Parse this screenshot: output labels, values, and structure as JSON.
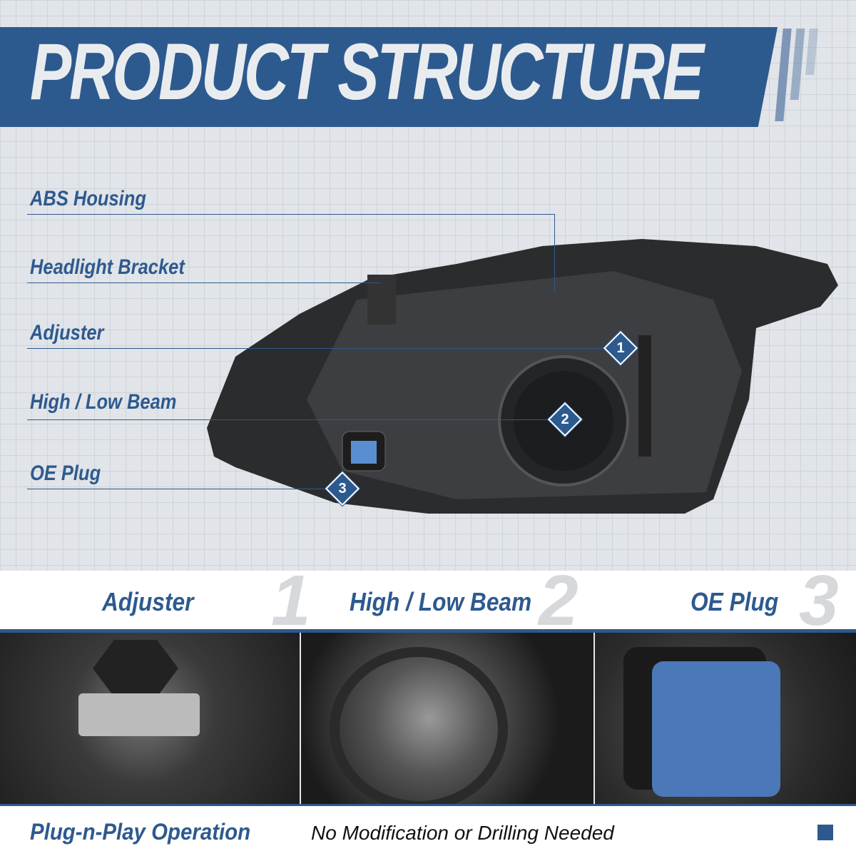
{
  "banner": {
    "title": "PRODUCT STRUCTURE"
  },
  "callouts": [
    {
      "label": "ABS Housing"
    },
    {
      "label": "Headlight Bracket"
    },
    {
      "label": "Adjuster",
      "badge": "1"
    },
    {
      "label": "High / Low Beam",
      "badge": "2"
    },
    {
      "label": "OE Plug",
      "badge": "3"
    }
  ],
  "details": [
    {
      "label": "Adjuster",
      "number": "1"
    },
    {
      "label": "High / Low Beam",
      "number": "2"
    },
    {
      "label": "OE Plug",
      "number": "3"
    }
  ],
  "footer": {
    "headline": "Plug-n-Play Operation",
    "subtext": "No Modification or Drilling Needed"
  },
  "colors": {
    "brand": "#2d5a8e"
  }
}
